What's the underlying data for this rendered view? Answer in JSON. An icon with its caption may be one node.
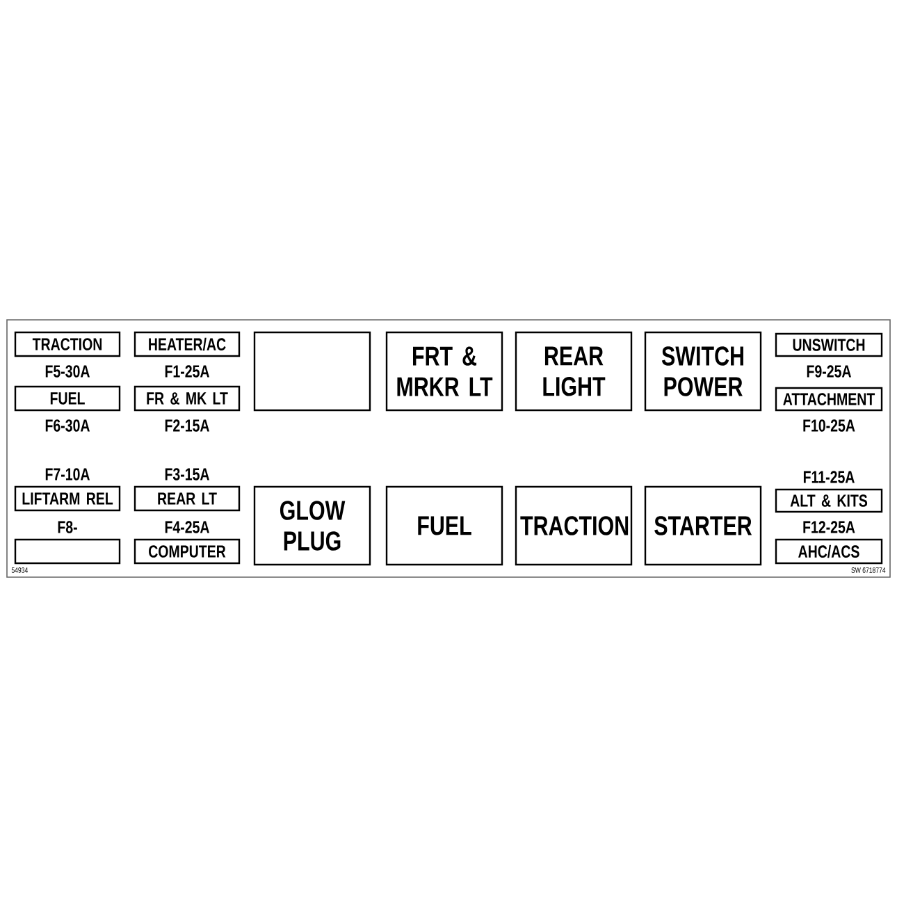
{
  "diagram": {
    "nodes": [
      {
        "text": [
          "TRACTION",
          "F5-30A"
        ]
      },
      {
        "text": [
          "HEATER/AC",
          "F1-25A"
        ]
      },
      {
        "text": [],
        "shape": "box"
      },
      {
        "text": [
          "FRT & MRKR LT"
        ]
      },
      {
        "text": [
          "REAR LIGHT"
        ]
      },
      {
        "text": [
          "SWITCH POWER"
        ]
      },
      {
        "text": [
          "UNSWITCH",
          "F9-25A"
        ]
      },
      {
        "text": [
          "FUEL",
          "F6-30A"
        ]
      },
      {
        "text": [
          "FR & MK LT",
          "F2-15A"
        ]
      },
      {
        "text": [
          "ATTACHMENT",
          "F10-25A"
        ]
      },
      {
        "text": [
          "F7-10A",
          "LIFTARM REL"
        ]
      },
      {
        "text": [
          "F3-15A",
          "REAR LT"
        ]
      },
      {
        "text": [
          "GLOW PLUG"
        ]
      },
      {
        "text": [
          "FUEL"
        ]
      },
      {
        "text": [
          "TRACTION"
        ]
      },
      {
        "text": [
          "STARTER"
        ]
      },
      {
        "text": [
          "F11-25A",
          "ALT & KITS"
        ]
      },
      {
        "text": [
          "F8-"
        ]
      },
      {
        "text": [
          "F4-25A",
          "COMPUTER"
        ]
      },
      {
        "text": [
          "F12-25A",
          "AHC/ACS"
        ]
      }
    ],
    "labels": [
      "54934",
      "SW 6718774"
    ]
  }
}
